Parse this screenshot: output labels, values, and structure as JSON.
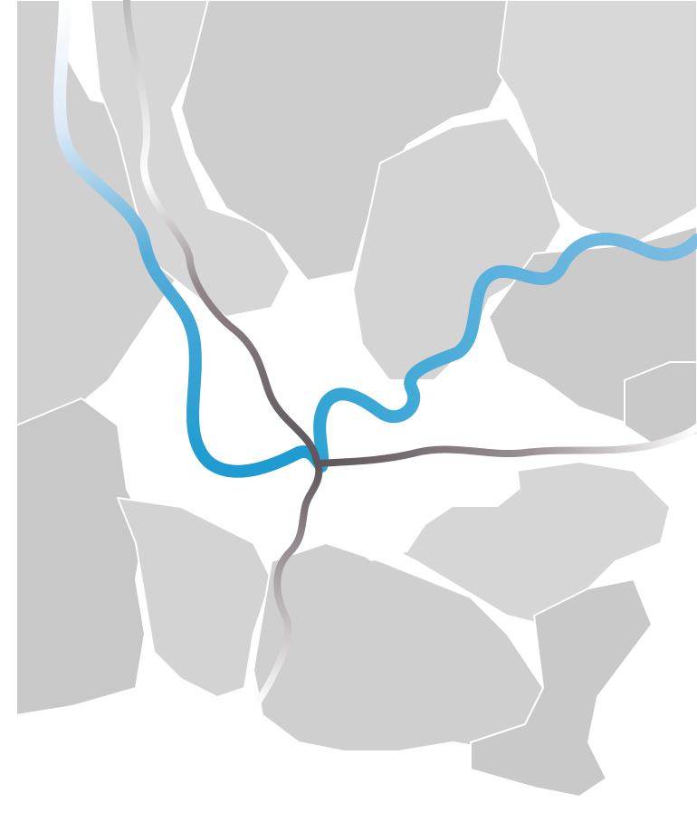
{
  "map": {
    "colors": {
      "background": "#ffffff",
      "region_light": "#d9d9d9",
      "region_mid": "#d2d2d2",
      "region_dark": "#c8c8c8",
      "highlight_region": "#ffffff",
      "river_blue": "#1e9bd0",
      "river_blue_light": "#7fbde2",
      "route_gray": "#5f575c",
      "route_light": "#eeeeee"
    },
    "layers": [
      "regions",
      "highlight-region",
      "river",
      "routes"
    ]
  }
}
